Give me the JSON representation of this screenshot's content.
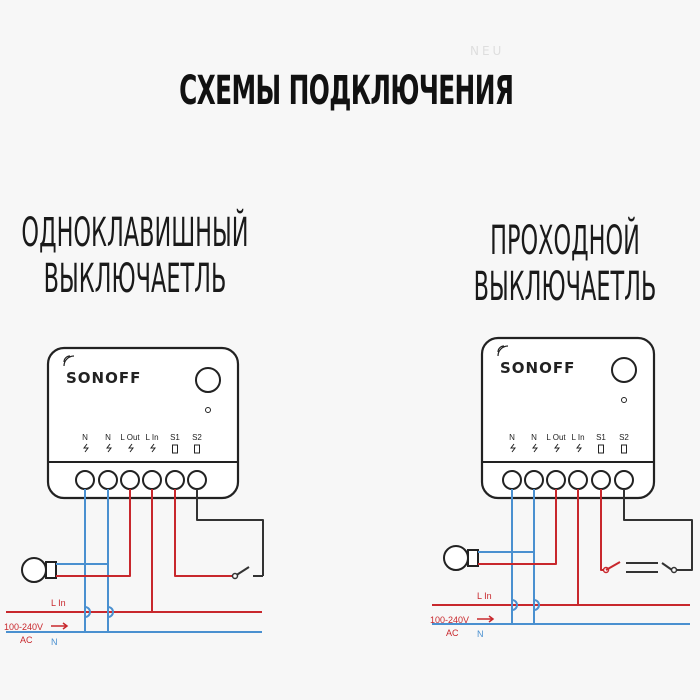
{
  "watermark": "NEU",
  "title": "СХЕМЫ ПОДКЛЮЧЕНИЯ",
  "left": {
    "heading_line1": "ОДНОКЛАВИШНЫЙ",
    "heading_line2": "ВЫКЛЮЧАЕТЛЬ",
    "device": {
      "logo": "SONOFF",
      "terminals": [
        "N",
        "N",
        "L Out",
        "L In",
        "S1",
        "S2"
      ]
    },
    "supply": {
      "voltage_line1": "100-240V",
      "voltage_line2": "AC",
      "line_label": "L In",
      "neutral_label": "N"
    }
  },
  "right": {
    "heading_line1": "ПРОХОДНОЙ",
    "heading_line2": "ВЫКЛЮЧАЕТЛЬ",
    "device": {
      "logo": "SONOFF",
      "terminals": [
        "N",
        "N",
        "L Out",
        "L In",
        "S1",
        "S2"
      ]
    },
    "supply": {
      "voltage_line1": "100-240V",
      "voltage_line2": "AC",
      "line_label": "L In",
      "neutral_label": "N"
    }
  },
  "colors": {
    "line_wire": "#c8282d",
    "neutral_wire": "#4a90d0",
    "switch_wire": "#333333",
    "outline": "#222222"
  }
}
